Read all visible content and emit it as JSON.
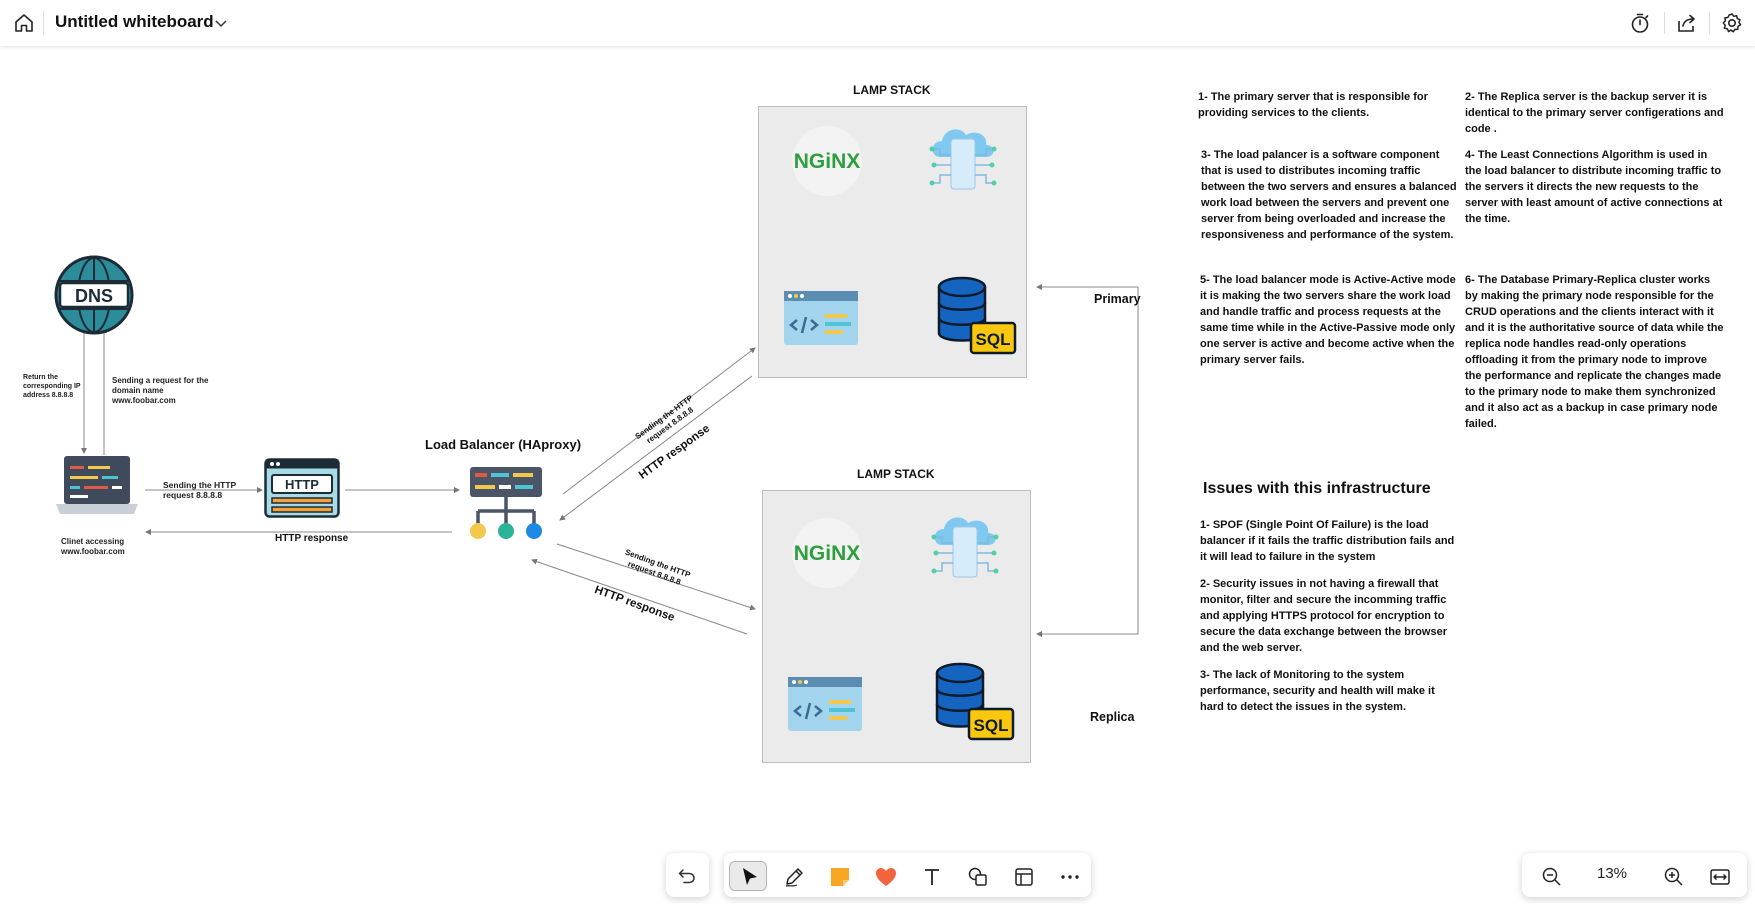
{
  "header": {
    "title": "Untitled whiteboard",
    "icons": [
      "home-icon",
      "chevron-down-icon",
      "timer-icon",
      "share-icon",
      "settings-icon"
    ]
  },
  "diagram": {
    "dns_label": "DNS",
    "return_text": "Return the corresponding IP address 8.8.8.8",
    "send_dns_text": "Sending a request for the domain name www.foobar.com",
    "client_text": "Clinet accessing www.foobar.com",
    "send_http_text": "Sending the HTTP request 8.8.8.8",
    "http_badge": "HTTP",
    "http_response": "HTTP response",
    "lb_title": "Load Balancer (HAproxy)",
    "send_top": "Sending the HTTP request 8.8.8.8",
    "resp_top": "HTTP response",
    "send_bottom": "Sending the HTTP request 8.8.8.8",
    "resp_bottom": "HTTP response",
    "stack_top": "LAMP STACK",
    "stack_bottom": "LAMP STACK",
    "nginx_label": "NGiNX",
    "sql_label": "SQL",
    "primary_label": "Primary",
    "replica_label": "Replica"
  },
  "notes": {
    "n1": "1- The primary server that is responsible for providing services to the clients.",
    "n2": "2- The Replica server is the backup server it is identical to the primary server configerations and code .",
    "n3": "3- The load palancer is a software component that is used to distributes incoming traffic between the two servers and ensures a balanced work load between the servers and prevent one server from being overloaded and increase the responsiveness and performance of the system.",
    "n4": "4- The Least Connections Algorithm is used in the load balancer to distribute incoming traffic to the servers it directs the new requests to the server with least  amount of active connections at the time.",
    "n5": "5- The load balancer mode is Active-Active mode it is making the two servers share the work load and handle traffic and process requests at the same time while in the Active-Passive mode only one server is active and become active when the primary server fails.",
    "n6": "6- The Database Primary-Replica cluster works by making the primary node responsible for the CRUD operations and the clients interact with it and it is the authoritative source of data while the replica node handles read-only operations offloading it from the primary node to improve the performance and replicate the changes made to the primary node to make them synchronized and it also act as a backup in case primary node failed."
  },
  "issues": {
    "title": "Issues with this infrastructure",
    "i1": "1- SPOF (Single Point Of Failure) is the load balancer if it fails the traffic distribution fails and it will lead to failure in the system",
    "i2": "2- Security issues in not having a firewall that monitor, filter and secure the incomming traffic and applying HTTPS protocol for encryption to secure the data exchange between the browser and the web server.",
    "i3": "3- The lack of Monitoring to the system performance, security and health will make it hard to detect the issues in the system."
  },
  "toolbar": {
    "tools": [
      "undo-icon",
      "select-icon",
      "pen-icon",
      "sticky-note-icon",
      "reaction-icon",
      "text-icon",
      "shapes-icon",
      "template-icon",
      "more-icon"
    ],
    "zoom": "13%"
  },
  "colors": {
    "accent_blue": "#1e88e5",
    "db_blue": "#1565c0",
    "nginx_green": "#2e9e3e",
    "sql_yellow": "#f9c80e",
    "sticky_orange": "#f6a623",
    "heart_red": "#f2643b"
  }
}
